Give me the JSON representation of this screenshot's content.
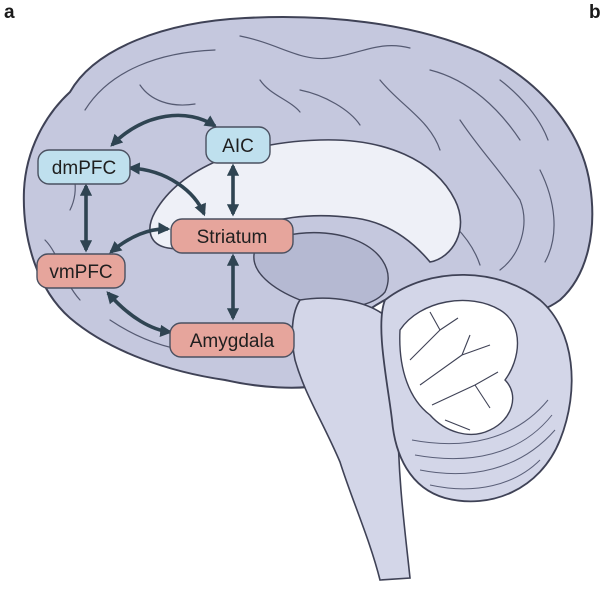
{
  "panels": {
    "left_letter": "a",
    "right_letter": "b"
  },
  "colors": {
    "brain_fill": "#c5c8de",
    "brain_outline": "#3f4256",
    "ventricle_fill": "#eef0f7",
    "cerebellum_fill": "#d3d6e8",
    "prefrontal_node_fill": "#bfe0ee",
    "subcortical_node_fill": "#e6a59c",
    "arrow_color": "#2f4452"
  },
  "nodes": [
    {
      "id": "aic",
      "label": "AIC",
      "group": "prefrontal_node_fill"
    },
    {
      "id": "dmpfc",
      "label": "dmPFC",
      "group": "prefrontal_node_fill"
    },
    {
      "id": "striatum",
      "label": "Striatum",
      "group": "subcortical_node_fill"
    },
    {
      "id": "vmpfc",
      "label": "vmPFC",
      "group": "subcortical_node_fill"
    },
    {
      "id": "amygdala",
      "label": "Amygdala",
      "group": "subcortical_node_fill"
    }
  ],
  "connections": [
    {
      "from": "dmpfc",
      "to": "aic",
      "bidirectional": true
    },
    {
      "from": "dmpfc",
      "to": "striatum",
      "bidirectional": true
    },
    {
      "from": "dmpfc",
      "to": "vmpfc",
      "bidirectional": true
    },
    {
      "from": "aic",
      "to": "striatum",
      "bidirectional": true
    },
    {
      "from": "vmpfc",
      "to": "striatum",
      "bidirectional": true
    },
    {
      "from": "striatum",
      "to": "amygdala",
      "bidirectional": true
    },
    {
      "from": "vmpfc",
      "to": "amygdala",
      "bidirectional": true
    }
  ]
}
